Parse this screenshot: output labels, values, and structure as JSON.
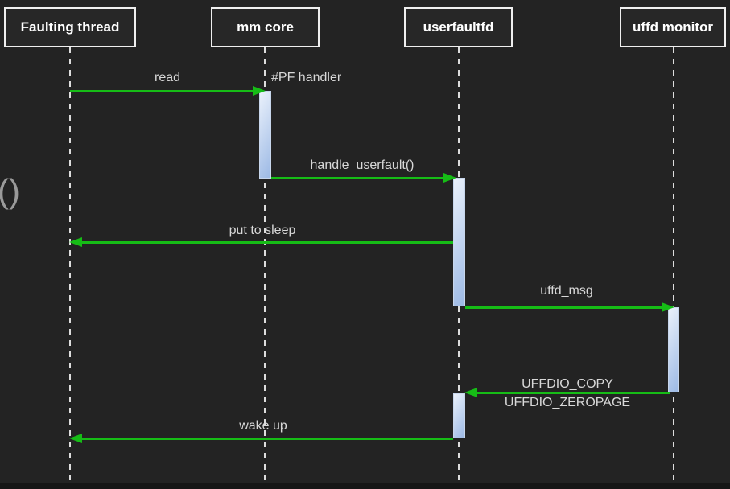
{
  "diagram_type": "uml-sequence",
  "colors": {
    "bg": "#232323",
    "bottom-strip": "#161616",
    "box-border": "#efefef",
    "box-fill": "#272727",
    "title-text": "#ffffff",
    "label-text": "#d8d8d8",
    "lifeline": "#dddddd",
    "arrow": "#16bc16",
    "activation-top": "#eaf1fb",
    "activation-bottom": "#9cb9e5",
    "activation-border": "#c7d6ec",
    "muted-text": "#9a9a9a"
  },
  "participants": [
    {
      "name": "Faulting thread"
    },
    {
      "name": "mm core"
    },
    {
      "name": "userfaultfd"
    },
    {
      "name": "uffd monitor"
    }
  ],
  "messages": [
    {
      "label": "read",
      "from": "Faulting thread",
      "to": "mm core",
      "direction": "right"
    },
    {
      "label": "handle_userfault()",
      "from": "mm core",
      "to": "userfaultfd",
      "direction": "right"
    },
    {
      "label": "put to sleep",
      "from": "userfaultfd",
      "to": "Faulting thread",
      "direction": "left"
    },
    {
      "label": "uffd_msg",
      "from": "userfaultfd",
      "to": "uffd monitor",
      "direction": "right"
    },
    {
      "label_lines": [
        "UFFDIO_COPY",
        "UFFDIO_ZEROPAGE"
      ],
      "from": "uffd monitor",
      "to": "userfaultfd",
      "direction": "left"
    },
    {
      "label": "wake up",
      "from": "userfaultfd",
      "to": "Faulting thread",
      "direction": "left"
    }
  ],
  "annotations": [
    {
      "text": "#PF handler"
    },
    {
      "text": "()"
    }
  ]
}
